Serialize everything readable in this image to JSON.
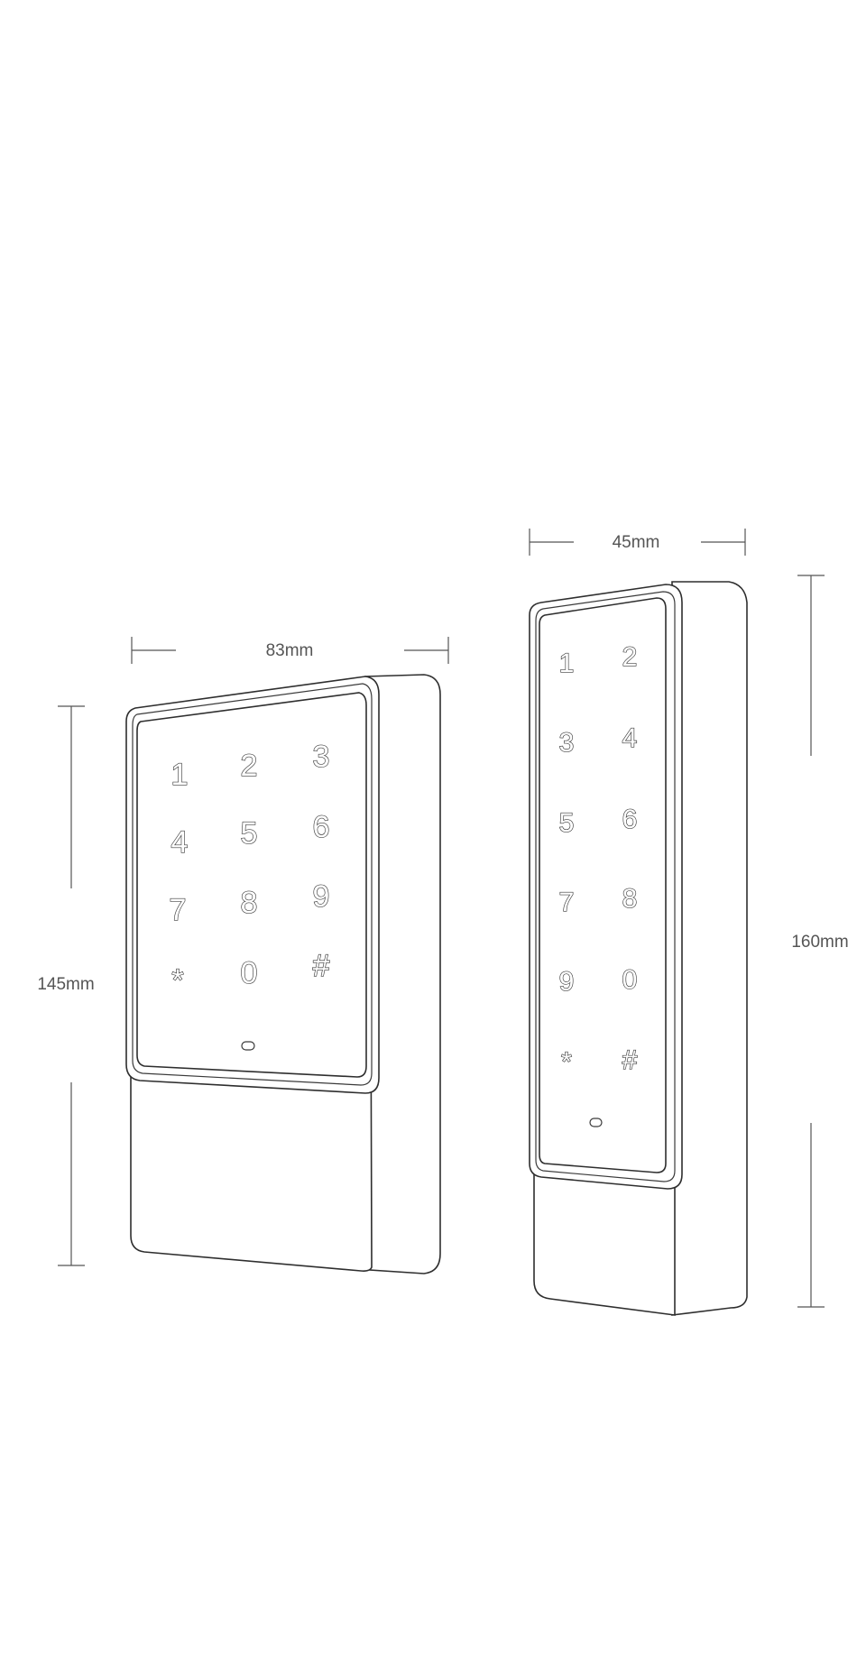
{
  "dimensions": {
    "large_width": "83mm",
    "large_height": "145mm",
    "slim_width": "45mm",
    "slim_height": "160mm"
  },
  "large_keypad": {
    "keys": [
      "1",
      "2",
      "3",
      "4",
      "5",
      "6",
      "7",
      "8",
      "9",
      "*",
      "0",
      "#"
    ]
  },
  "slim_keypad": {
    "keys": [
      "1",
      "2",
      "3",
      "4",
      "5",
      "6",
      "7",
      "8",
      "9",
      "0",
      "*",
      "#"
    ]
  },
  "colors": {
    "line": "#2e2e2e",
    "dimension": "#555555",
    "background": "#ffffff"
  }
}
